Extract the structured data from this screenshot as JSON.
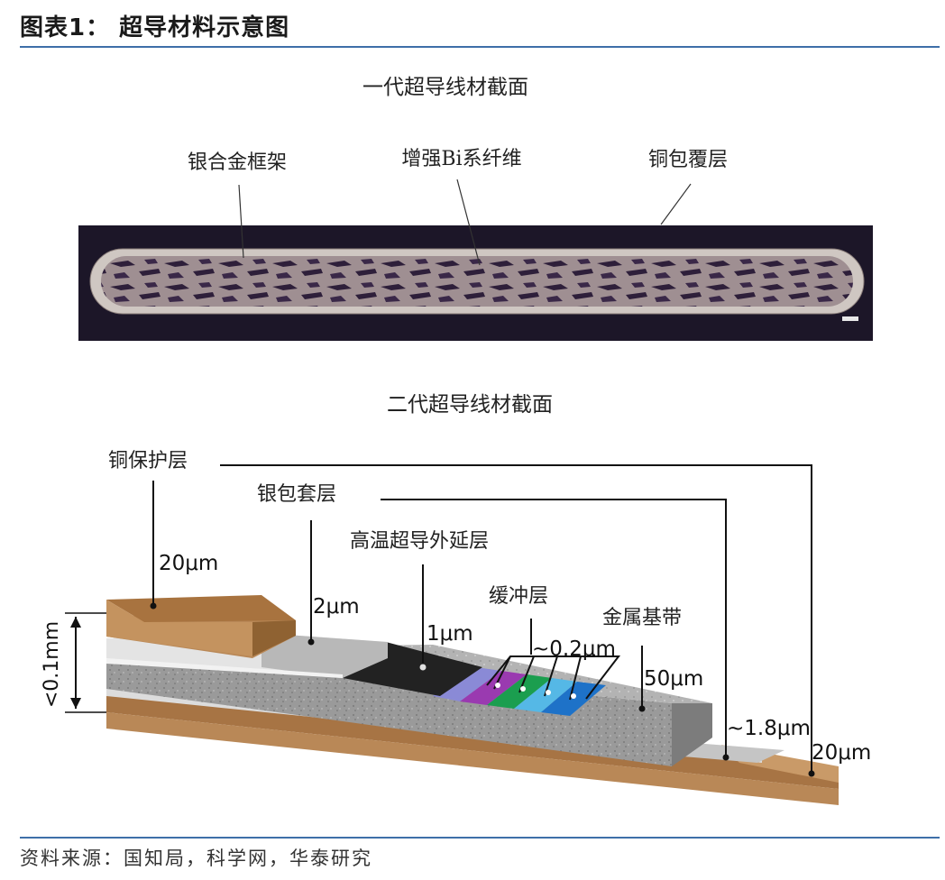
{
  "figure_title": "图表1：   超导材料示意图",
  "source": "资料来源：国知局，科学网，华泰研究",
  "section1": {
    "title": "一代超导线材截面",
    "labels": {
      "silver_frame": "银合金框架",
      "bi_fiber": "增强Bi系纤维",
      "copper_clad": "铜包覆层"
    }
  },
  "section2": {
    "title": "二代超导线材截面",
    "labels": {
      "copper_protect": "铜保护层",
      "silver_sleeve": "银包套层",
      "hts_epi": "高温超导外延层",
      "buffer": "缓冲层",
      "metal_substrate": "金属基带"
    },
    "dims": {
      "copper_top": "20μm",
      "silver": "2μm",
      "hts": "1μm",
      "buffer": "~0.2μm",
      "substrate": "50μm",
      "silver_bottom": "~1.8μm",
      "copper_bottom": "20μm",
      "total": "<0.1mm"
    }
  },
  "colors": {
    "rule": "#3e6fa8",
    "copper": "#b88654",
    "silver": "#c8c8c8",
    "hts": "#222222",
    "substrate": "#8d8d8d"
  }
}
